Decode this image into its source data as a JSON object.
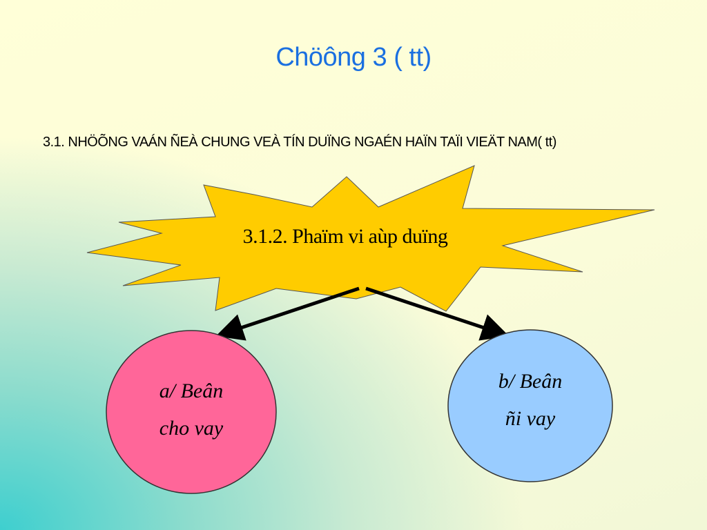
{
  "slide": {
    "title": "Chöông 3 ( tt)",
    "heading": "3.1. NHÖÕNG VAÁN ÑEÀ CHUNG VEÀ TÍN DUÏNG NGAÉN HAÏN TAÏI VIEÄT NAM( tt)"
  },
  "diagram": {
    "burst_label": "3.1.2. Phaïm vi aùp duïng",
    "left_circle": {
      "line1": "a/ Beân",
      "line2": "cho vay"
    },
    "right_circle": {
      "line1": "b/ Beân",
      "line2": "ñi vay"
    }
  },
  "colors": {
    "title": "#1a6fe0",
    "burst_fill": "#ffcc00",
    "left_circle_fill": "#ff6699",
    "right_circle_fill": "#99ccff",
    "arrow": "#000000"
  }
}
